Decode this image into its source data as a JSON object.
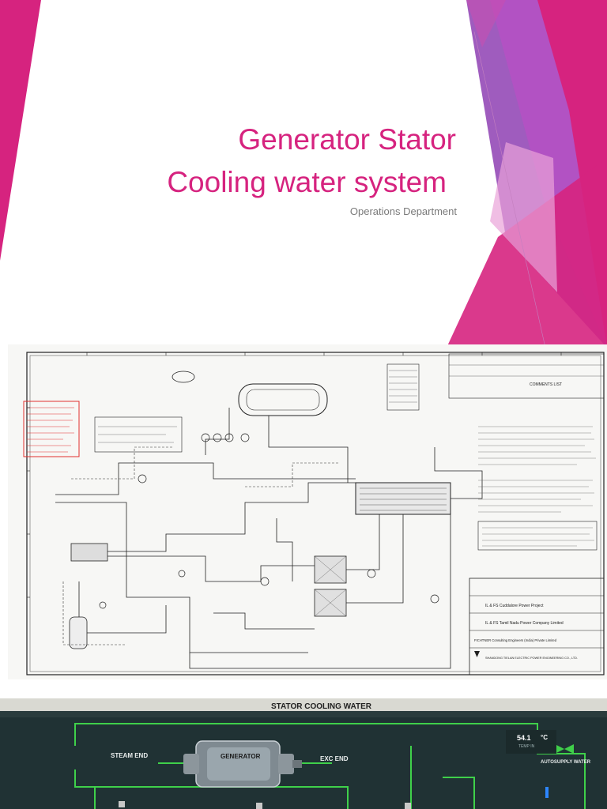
{
  "slide": {
    "title_line1": "Generator Stator",
    "title_line2": "Cooling water system",
    "subtitle": "Operations Department",
    "accent_color": "#d6237f",
    "secondary_color": "#b84fc4"
  },
  "diagram": {
    "project_line1": "IL & FS Cuddalore Power Project",
    "project_line2": "IL & FS Tamil Nadu Power Company Limited",
    "consultant": "FICHTNER Consulting Engineers (India) Private Limited",
    "contractor": "SHANDONG TIELAN ELECTRIC POWER ENGINEERING CO., LTD.",
    "comments_list": "COMMENTS LIST"
  },
  "hmi": {
    "title": "STATOR COOLING WATER",
    "generator_label": "GENERATOR",
    "steam_end": "STEAM END",
    "exc_end": "EXC END",
    "temperature_value": "54.1",
    "temperature_unit": "°C",
    "temperature_tag": "TEMP IN",
    "autosupply_label": "AUTOSUPPLY WATER"
  }
}
